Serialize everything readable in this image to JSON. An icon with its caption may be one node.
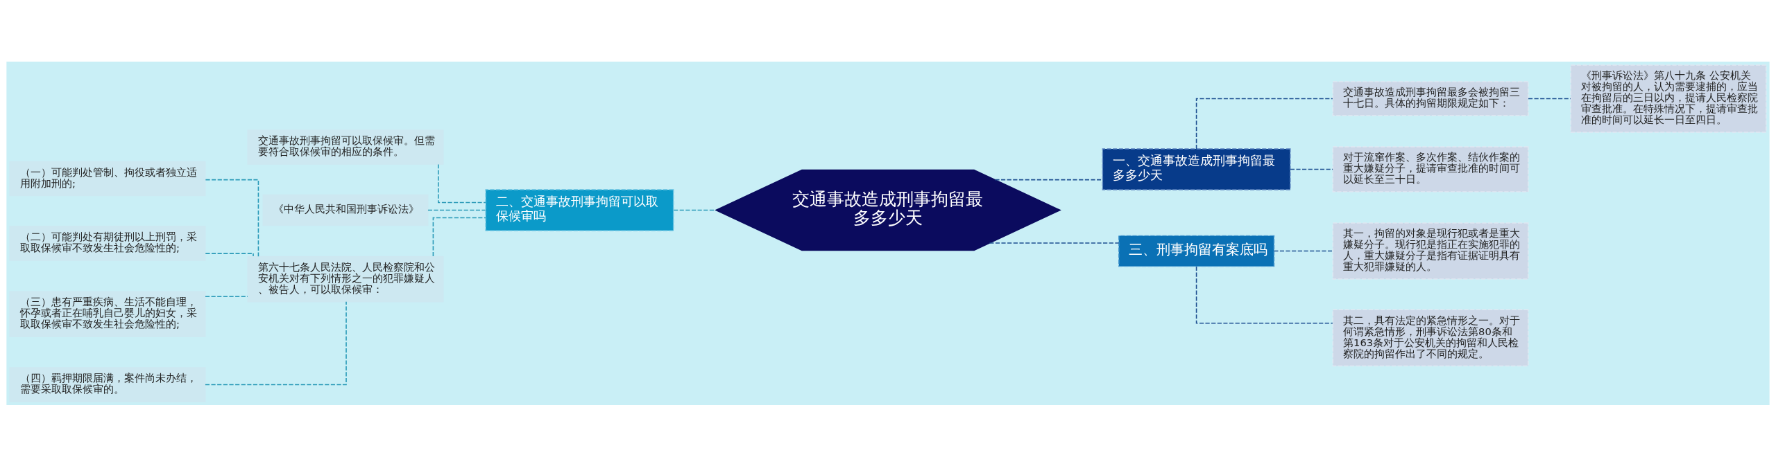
{
  "diagram": {
    "nodes": [
      {
        "text": [
          "交通事故造成刑事拘留最多多少天"
        ]
      },
      {
        "text": [
          "一、交通事故造成刑事拘留最多多少天"
        ]
      },
      {
        "text": [
          "交通事故造成刑事拘留最多会被拘留三十七日。具体的拘留期限规定如下："
        ]
      },
      {
        "text": [
          "《刑事诉讼法》第八十九条 公安机关对被拘留的人，认为需要逮捕的，应当在拘留后的三日以内，提请人民检察院审查批准。在特殊情况下，提请审查批准的时间可以延长一日至四日。"
        ]
      },
      {
        "text": [
          "对于流窜作案、多次作案、结伙作案的重大嫌疑分子，提请审查批准的时间可以延长至三十日。"
        ]
      },
      {
        "text": [
          "三、刑事拘留有案底吗"
        ]
      },
      {
        "text": [
          "其一，拘留的对象是现行犯或者是重大嫌疑分子。现行犯是指正在实施犯罪的人，重大嫌疑分子是指有证据证明具有重大犯罪嫌疑的人。"
        ]
      },
      {
        "text": [
          "其二，具有法定的紧急情形之一。对于何谓紧急情形，刑事诉讼法第80条和第163条对于公安机关的拘留和人民检察院的拘留作出了不同的规定。"
        ]
      },
      {
        "text": [
          "二、交通事故刑事拘留可以取保候审吗"
        ]
      },
      {
        "text": [
          "交通事故刑事拘留可以取保候审。但需要符合取保候审的相应的条件。"
        ]
      },
      {
        "text": [
          "《中华人民共和国刑事诉讼法》"
        ]
      },
      {
        "text": [
          "第六十七条人民法院、人民检察院和公安机关对有下列情形之一的犯罪嫌疑人、被告人，可以取保候审："
        ]
      },
      {
        "text": [
          "（一）可能判处管制、拘役或者独立适用附加刑的;"
        ]
      },
      {
        "text": [
          "（二）可能判处有期徒刑以上刑罚，采取取保候审不致发生社会危险性的;"
        ]
      },
      {
        "text": [
          "（三）患有严重疾病、生活不能自理，怀孕或者正在哺乳自己婴儿的妇女，采取取保候审不致发生社会危险性的;"
        ]
      },
      {
        "text": [
          "（四）羁押期限届满，案件尚未办结，需要采取取保候审的。"
        ]
      }
    ],
    "edges": [
      {
        "from": 0,
        "to": 1,
        "arrow": "none",
        "style": "dashed",
        "color": "#1d4f91"
      },
      {
        "from": 1,
        "to": 2,
        "arrow": "none",
        "style": "dashed",
        "color": "#1d4f91"
      },
      {
        "from": 2,
        "to": 3,
        "arrow": "none",
        "style": "dashed",
        "color": "#1d4f91"
      },
      {
        "from": 1,
        "to": 4,
        "arrow": "none",
        "style": "dashed",
        "color": "#1d4f91"
      },
      {
        "from": 0,
        "to": 5,
        "arrow": "none",
        "style": "dashed",
        "color": "#1d4f91"
      },
      {
        "from": 5,
        "to": 6,
        "arrow": "none",
        "style": "dashed",
        "color": "#1d4f91"
      },
      {
        "from": 5,
        "to": 7,
        "arrow": "none",
        "style": "dashed",
        "color": "#1d4f91"
      },
      {
        "from": 8,
        "to": 0,
        "arrow": "none",
        "style": "dashed"
      },
      {
        "from": 9,
        "to": 8,
        "arrow": "none",
        "style": "dashed"
      },
      {
        "from": 10,
        "to": 8,
        "arrow": "none",
        "style": "dashed"
      },
      {
        "from": 11,
        "to": 8,
        "arrow": "none",
        "style": "dashed"
      },
      {
        "from": 12,
        "to": 11,
        "arrow": "none",
        "style": "dashed"
      },
      {
        "from": 13,
        "to": 11,
        "arrow": "none",
        "style": "dashed"
      },
      {
        "from": 14,
        "to": 11,
        "arrow": "none",
        "style": "dashed"
      },
      {
        "from": 15,
        "to": 11,
        "arrow": "none",
        "style": "dashed"
      }
    ]
  }
}
